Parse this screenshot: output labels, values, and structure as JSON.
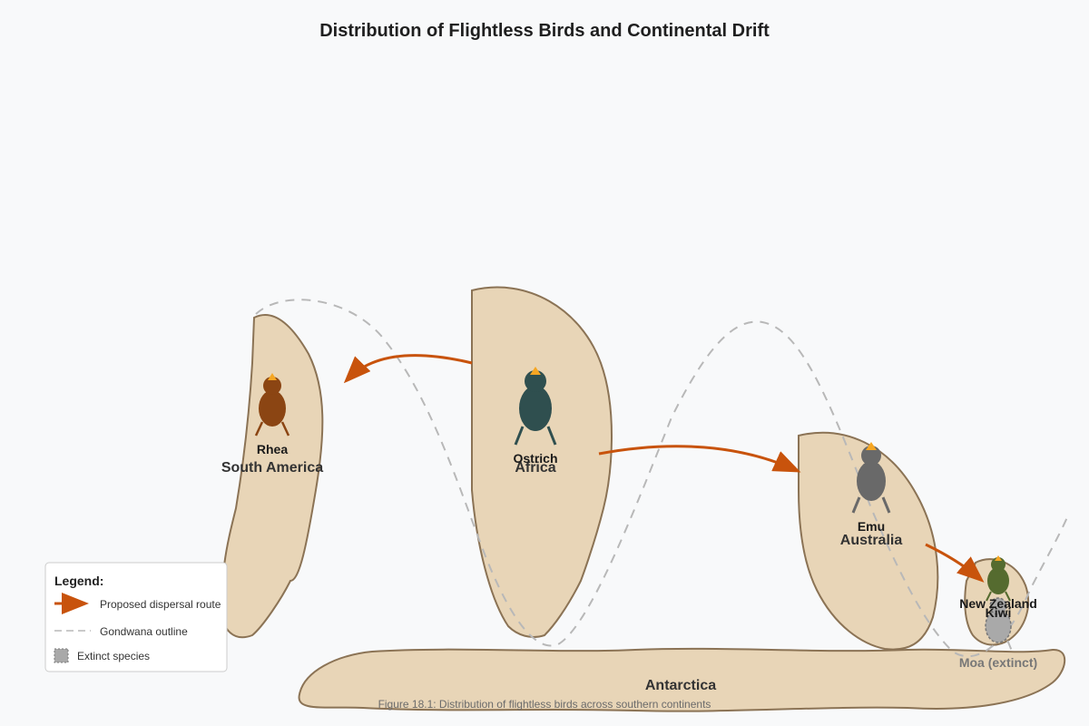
{
  "title": "Distribution of Flightless Birds and Continental Drift",
  "caption": "Figure 18.1: Distribution of flightless birds across southern continents",
  "continents": {
    "south_america": "South America",
    "africa": "Africa",
    "australia": "Australia",
    "new_zealand": "New Zealand",
    "antarctica": "Antarctica"
  },
  "birds": {
    "rhea": {
      "label": "Rhea",
      "color": "#8b4513"
    },
    "ostrich": {
      "label": "Ostrich",
      "color": "#2f4f4f"
    },
    "emu": {
      "label": "Emu",
      "color": "#696969"
    },
    "kiwi": {
      "label": "Kiwi",
      "color": "#556b2f"
    },
    "moa": {
      "label": "Moa (extinct)",
      "color": "#a9a9a9"
    }
  },
  "beak_color": "#f5a623",
  "route_color": "#c8530c",
  "land_color": "#e8d5b7",
  "legend": {
    "title": "Legend:",
    "route": "Proposed dispersal route",
    "gondwana": "Gondwana outline",
    "extinct": "Extinct species"
  }
}
